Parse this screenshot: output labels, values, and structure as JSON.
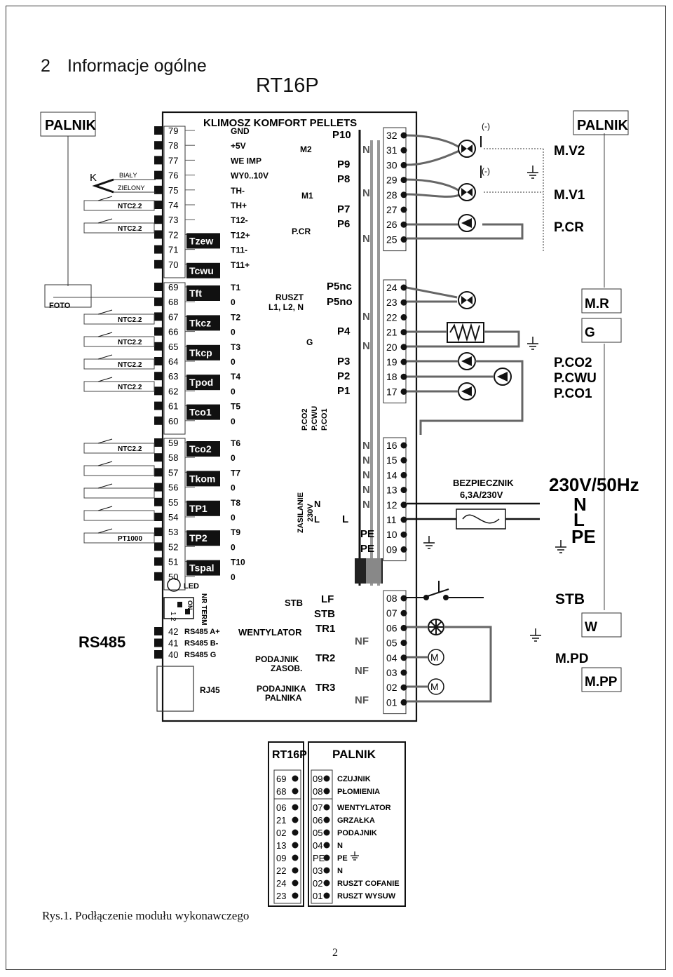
{
  "heading": {
    "number": "2",
    "title": "Informacje ogólne"
  },
  "device_title": "RT16P",
  "board_title": "KLIMOSZ KOMFORT PELLETS",
  "caption": "Rys.1. Podłączenie modułu wykonawczego",
  "page_number": "2",
  "left_blocks": [
    {
      "terms": [
        "79",
        "78",
        "77",
        "76",
        "75",
        "74",
        "73",
        "72",
        "71",
        "70"
      ],
      "labels": [
        {
          "text": "Tzew",
          "row": 7
        },
        {
          "text": "Tcwu",
          "row": 9
        }
      ],
      "signals": [
        "GND",
        "+5V",
        "WE IMP",
        "WY0..10V",
        "TH-",
        "TH+",
        "T12-",
        "T12+",
        "T11-",
        "T11+"
      ]
    },
    {
      "terms": [
        "69",
        "68",
        "67",
        "66",
        "65",
        "64",
        "63",
        "62",
        "61",
        "60"
      ],
      "labels": [
        {
          "text": "Tft",
          "row": 0
        },
        {
          "text": "Tkcz",
          "row": 2
        },
        {
          "text": "Tkcp",
          "row": 4
        },
        {
          "text": "Tpod",
          "row": 6
        },
        {
          "text": "Tco1",
          "row": 8
        }
      ],
      "signals": [
        "T1",
        "0",
        "T2",
        "0",
        "T3",
        "0",
        "T4",
        "0",
        "T5",
        "0"
      ]
    },
    {
      "terms": [
        "59",
        "58",
        "57",
        "56",
        "55",
        "54",
        "53",
        "52",
        "51",
        "50"
      ],
      "labels": [
        {
          "text": "Tco2",
          "row": 0
        },
        {
          "text": "Tkom",
          "row": 2
        },
        {
          "text": "TP1",
          "row": 4
        },
        {
          "text": "TP2",
          "row": 6
        },
        {
          "text": "Tspal",
          "row": 8
        }
      ],
      "signals": [
        "T6",
        "0",
        "T7",
        "0",
        "T8",
        "0",
        "T9",
        "0",
        "T10",
        "0"
      ]
    }
  ],
  "bottom_terms": [
    "42",
    "41",
    "40"
  ],
  "rs485_signals": [
    "RS485 A+",
    "RS485 B-",
    "RS485 G"
  ],
  "led": "LED",
  "nr_term": "NR TERM",
  "dip_on": "ON",
  "dip_pos": [
    "1",
    "2"
  ],
  "rj45": "RJ45",
  "rs485_big": "RS485",
  "left_sensors": {
    "palnik": "PALNIK",
    "k": "K",
    "bialy": "BIAŁY",
    "zielony": "ZIELONY",
    "ntc": "NTC2.2",
    "foto": "FOTO",
    "pt1000": "PT1000"
  },
  "mid_labels": {
    "m2": "M2",
    "m1": "M1",
    "pcr": "P.CR",
    "ruszt": "RUSZT",
    "ruszt_lines": "L1, L2, N",
    "g": "G",
    "pco2": "P.CO2",
    "pcwu": "P.CWU",
    "pco1": "P.CO1",
    "zasilanie": "ZASILANIE",
    "v230": "230V",
    "n": "N",
    "l": "L",
    "stb": "STB",
    "wentylator": "WENTYLATOR",
    "podajnik_zasob": [
      "PODAJNIK",
      "ZASOB."
    ],
    "podajnik_palnika": [
      "PODAJNIKA",
      "PALNIKA"
    ],
    "podajnik_word": "PODAJNIK"
  },
  "relays": {
    "top": [
      "P10",
      "P9",
      "P8",
      "P7",
      "P6"
    ],
    "mid": [
      "P5nc",
      "P5no",
      "P4",
      "P3",
      "P2",
      "P1"
    ],
    "bottom": [
      "LF",
      "STB",
      "TR1",
      "TR2",
      "TR3"
    ],
    "n": "N",
    "nf": "NF",
    "l": "L",
    "pe": "PE"
  },
  "right_terms": {
    "top": [
      "32",
      "31",
      "30",
      "29",
      "28",
      "27",
      "26",
      "25"
    ],
    "mid": [
      "24",
      "23",
      "22",
      "21",
      "20",
      "19",
      "18",
      "17"
    ],
    "low": [
      "16",
      "15",
      "14",
      "13",
      "12",
      "11",
      "10",
      "09"
    ],
    "bottom": [
      "08",
      "07",
      "06",
      "05",
      "04",
      "03",
      "02",
      "01"
    ]
  },
  "right_labels": {
    "minus": "(-)",
    "palnik": "PALNIK",
    "mv2": "M.V2",
    "mv1": "M.V1",
    "pcr": "P.CR",
    "mr": "M.R",
    "g": "G",
    "pco2": "P.CO2",
    "pcwu": "P.CWU",
    "pco1": "P.CO1",
    "bezpiecznik": "BEZPIECZNIK",
    "fuse": "6,3A/230V",
    "mains": "230V/50Hz",
    "n": "N",
    "l": "L",
    "pe": "PE",
    "stb": "STB",
    "w": "W",
    "mpd": "M.PD",
    "mpp": "M.PP",
    "m": "M"
  },
  "lower_table": {
    "rt_title": "RT16P",
    "palnik_title": "PALNIK",
    "rows": [
      {
        "rt": "69",
        "pal": "09",
        "desc": "CZUJNIK"
      },
      {
        "rt": "68",
        "pal": "08",
        "desc": "PŁOMIENIA"
      },
      {
        "rt": "06",
        "pal": "07",
        "desc": "WENTYLATOR"
      },
      {
        "rt": "21",
        "pal": "06",
        "desc": "GRZAŁKA"
      },
      {
        "rt": "02",
        "pal": "05",
        "desc": "PODAJNIK"
      },
      {
        "rt": "13",
        "pal": "04",
        "desc": "N"
      },
      {
        "rt": "09",
        "pal": "PE",
        "desc": "PE"
      },
      {
        "rt": "22",
        "pal": "03",
        "desc": "N"
      },
      {
        "rt": "24",
        "pal": "02",
        "desc": "RUSZT COFANIE"
      },
      {
        "rt": "23",
        "pal": "01",
        "desc": "RUSZT WYSUW"
      }
    ]
  }
}
